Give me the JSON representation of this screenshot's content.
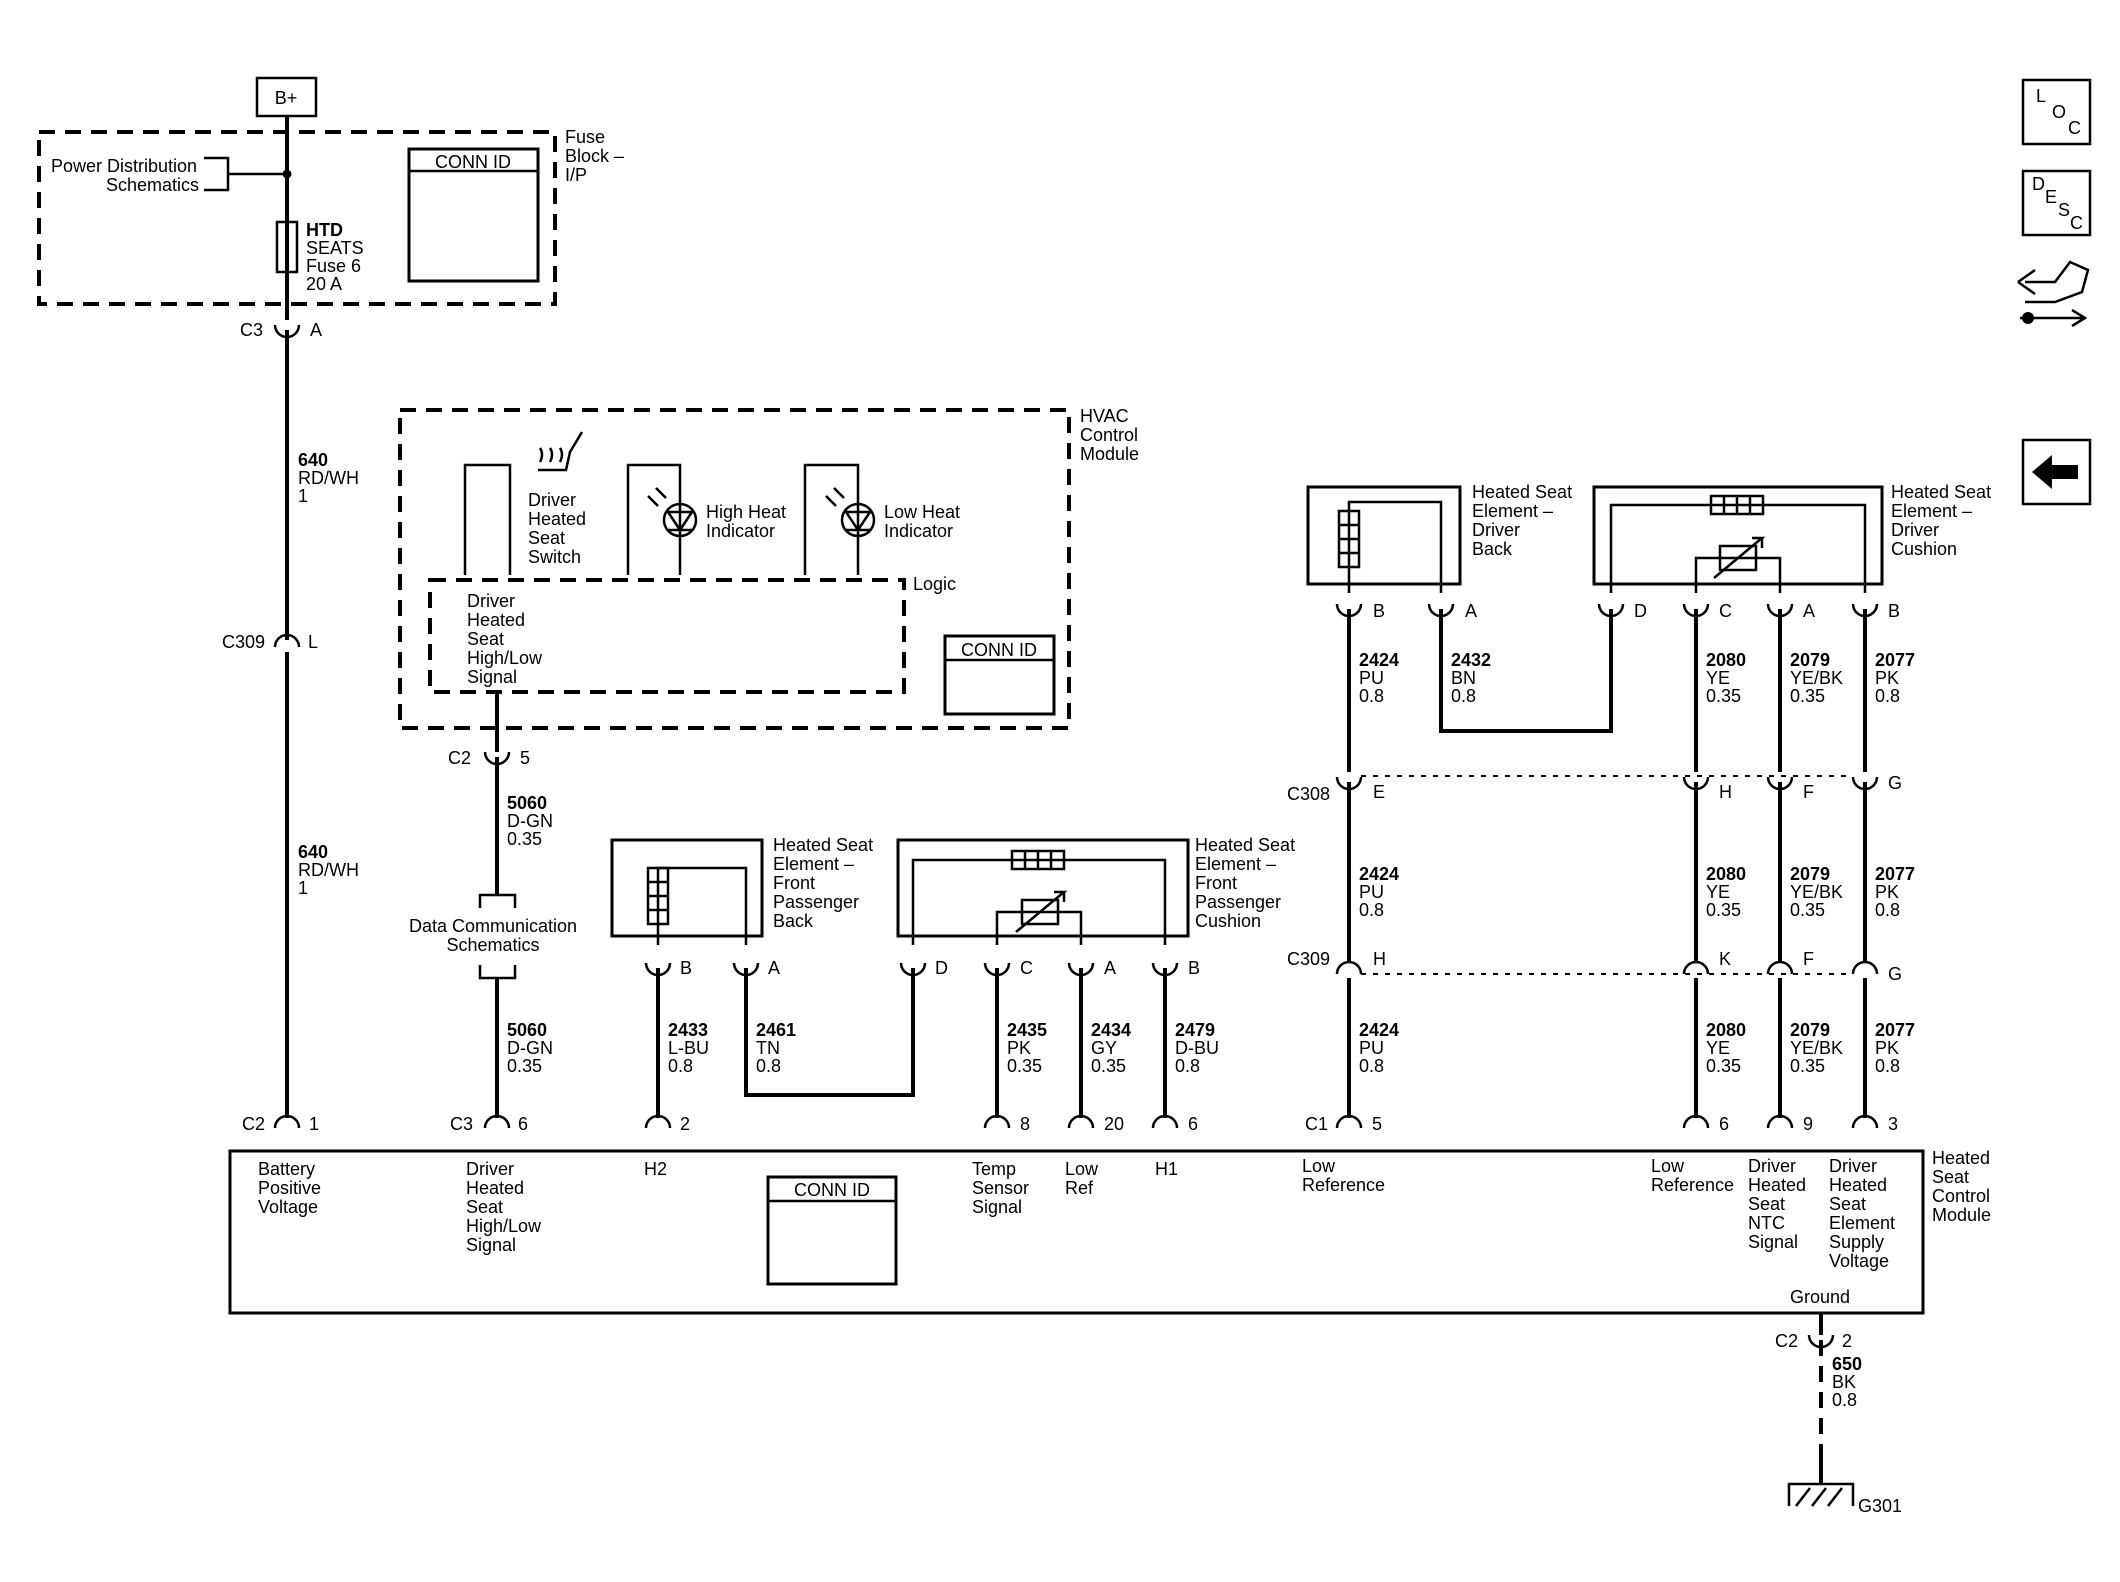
{
  "power_source": "B+",
  "fuse_block": {
    "title": [
      "Fuse",
      "Block –",
      "I/P"
    ],
    "power_dist": [
      "Power Distribution",
      "Schematics"
    ],
    "fuse_label": [
      "HTD",
      "SEATS",
      "Fuse 6",
      "20 A"
    ]
  },
  "conn_id_label": "CONN ID",
  "hvac": {
    "title": [
      "HVAC",
      "Control",
      "Module"
    ],
    "switch_label": [
      "Driver",
      "Heated",
      "Seat",
      "Switch"
    ],
    "high_label": [
      "High Heat",
      "Indicator"
    ],
    "low_label": [
      "Low Heat",
      "Indicator"
    ],
    "logic_label": "Logic",
    "logic_text": [
      "Driver",
      "Heated",
      "Seat",
      "High/Low",
      "Signal"
    ]
  },
  "data_comm": [
    "Data Communication",
    "Schematics"
  ],
  "connectors": {
    "c3": "C3",
    "c309": "C309",
    "c2": "C2",
    "c1": "C1",
    "c308": "C308",
    "pin_a": "A",
    "pin_l": "L",
    "pin_5": "5",
    "pin_1": "1",
    "pin_6": "6",
    "pin_2": "2",
    "pin_8": "8",
    "pin_20": "20",
    "pin_9": "9",
    "pin_3": "3",
    "pin_b": "B",
    "pin_c": "C",
    "pin_d": "D",
    "pin_e": "E",
    "pin_f": "F",
    "pin_g": "G",
    "pin_h": "H",
    "pin_k": "K",
    "pin_h2": "H2",
    "pin_h1": "H1"
  },
  "wires": {
    "w640": [
      "640",
      "RD/WH",
      "1"
    ],
    "w5060": [
      "5060",
      "D-GN",
      "0.35"
    ],
    "w2433": [
      "2433",
      "L-BU",
      "0.8"
    ],
    "w2461": [
      "2461",
      "TN",
      "0.8"
    ],
    "w2435": [
      "2435",
      "PK",
      "0.35"
    ],
    "w2434": [
      "2434",
      "GY",
      "0.35"
    ],
    "w2479": [
      "2479",
      "D-BU",
      "0.8"
    ],
    "w2424": [
      "2424",
      "PU",
      "0.8"
    ],
    "w2432": [
      "2432",
      "BN",
      "0.8"
    ],
    "w2080": [
      "2080",
      "YE",
      "0.35"
    ],
    "w2079": [
      "2079",
      "YE/BK",
      "0.35"
    ],
    "w2077": [
      "2077",
      "PK",
      "0.8"
    ],
    "w650": [
      "650",
      "BK",
      "0.8"
    ]
  },
  "elements": {
    "fp_back": [
      "Heated Seat",
      "Element –",
      "Front",
      "Passenger",
      "Back"
    ],
    "fp_cushion": [
      "Heated Seat",
      "Element –",
      "Front",
      "Passenger",
      "Cushion"
    ],
    "drv_back": [
      "Heated Seat",
      "Element –",
      "Driver",
      "Back"
    ],
    "drv_cushion": [
      "Heated Seat",
      "Element –",
      "Driver",
      "Cushion"
    ]
  },
  "module": {
    "title": [
      "Heated",
      "Seat",
      "Control",
      "Module"
    ],
    "batt": [
      "Battery",
      "Positive",
      "Voltage"
    ],
    "signal": [
      "Driver",
      "Heated",
      "Seat",
      "High/Low",
      "Signal"
    ],
    "temp": [
      "Temp",
      "Sensor",
      "Signal"
    ],
    "lowref_short": [
      "Low",
      "Ref"
    ],
    "lowref": [
      "Low",
      "Reference"
    ],
    "lowref2": [
      "Low",
      "Reference"
    ],
    "ntc": [
      "Driver",
      "Heated",
      "Seat",
      "NTC",
      "Signal"
    ],
    "supply": [
      "Driver",
      "Heated",
      "Seat",
      "Element",
      "Supply",
      "Voltage"
    ],
    "ground": "Ground"
  },
  "ground_id": "G301",
  "nav": {
    "loc": [
      "L",
      "O",
      "C"
    ],
    "desc": [
      "D",
      "E",
      "S",
      "C"
    ]
  }
}
